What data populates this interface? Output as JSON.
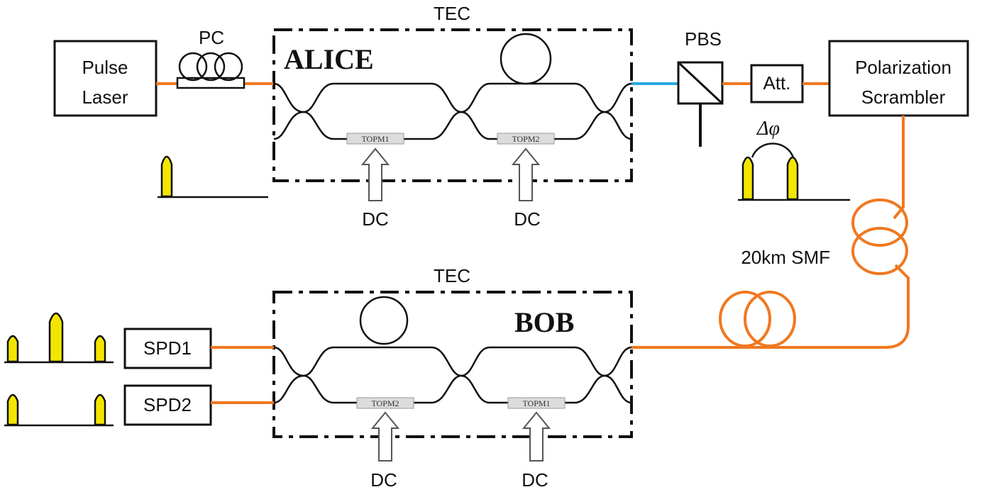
{
  "colors": {
    "fiber": "#f07820",
    "pbs_link": "#29a8e0",
    "pulse": "#f2e600",
    "line": "#111111",
    "pm_fill": "#dcdcdc"
  },
  "labels": {
    "tec_top": "TEC",
    "tec_bottom": "TEC",
    "alice": "ALICE",
    "bob": "BOB",
    "pc": "PC",
    "pbs": "PBS",
    "delta_phi": "Δφ",
    "fiber": "20km  SMF",
    "dc": "DC"
  },
  "components": {
    "pulse_laser": [
      "Pulse",
      "Laser"
    ],
    "att": "Att.",
    "scrambler": [
      "Polarization",
      "Scrambler"
    ],
    "spd1": "SPD1",
    "spd2": "SPD2"
  },
  "modulators": {
    "alice": [
      "TOPM1",
      "TOPM2"
    ],
    "bob": [
      "TOPM2",
      "TOPM1"
    ]
  },
  "icons": {
    "dc_arrow": "hollow-up-arrow-icon",
    "pulse": "pulse-icon",
    "fiber_coil": "fiber-coil-icon",
    "delay_loop": "delay-loop-icon"
  }
}
